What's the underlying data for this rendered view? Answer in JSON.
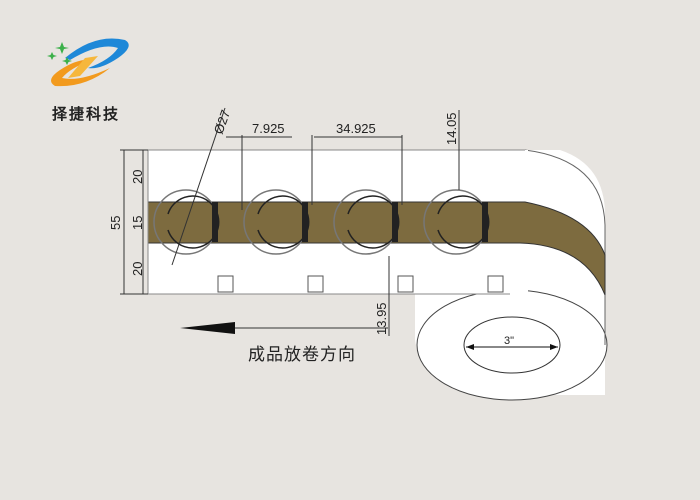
{
  "brand": {
    "name": "择捷科技",
    "logo_colors": {
      "blue": "#1e88d8",
      "orange": "#f29a1e",
      "star": "#3cb04a"
    }
  },
  "drawing": {
    "colors": {
      "background": "#e7e4e0",
      "web": "#ffffff",
      "strip": "#7d6b3f",
      "line": "#333333"
    },
    "dimensions": {
      "diameter": "Ø27",
      "gap": "7.925",
      "pitch": "34.925",
      "top_offset": "14.05",
      "total_width": "55",
      "margin_top": "20",
      "strip_width": "15",
      "margin_bottom": "20",
      "bottom_offset": "13.95",
      "core": "3\""
    },
    "direction_label": "成品放卷方向",
    "labels_count": 4
  }
}
